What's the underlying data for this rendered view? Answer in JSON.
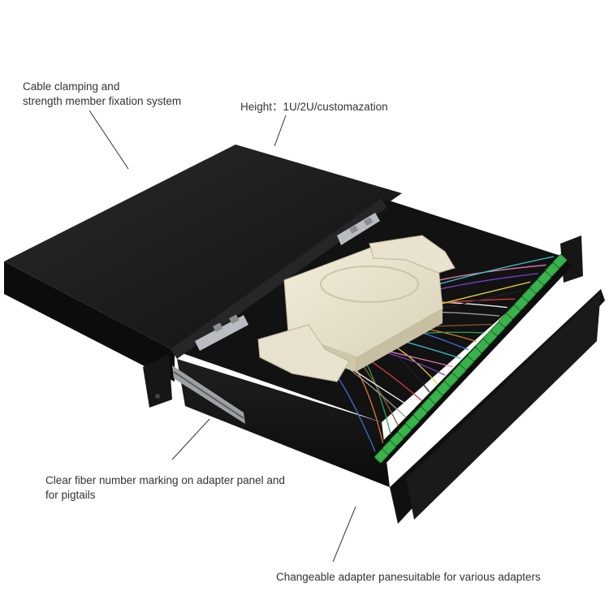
{
  "annotations": {
    "cable_clamping": {
      "line1": "Cable clamping and",
      "line2": "strength member fixation system"
    },
    "height": {
      "text": "Height：1U/2U/customazation"
    },
    "fiber_marking": {
      "line1": "Clear fiber number marking on adapter panel and",
      "line2": "for pigtails"
    },
    "adapter_panel": {
      "text": "Changeable adapter panesuitable for various adapters"
    }
  },
  "colors": {
    "enclosure": "#141414",
    "adapter": "#38b24a",
    "splice_tray": "#e9e3cf",
    "bracket": "#b9bcc0"
  },
  "adapters": {
    "count": 24
  }
}
